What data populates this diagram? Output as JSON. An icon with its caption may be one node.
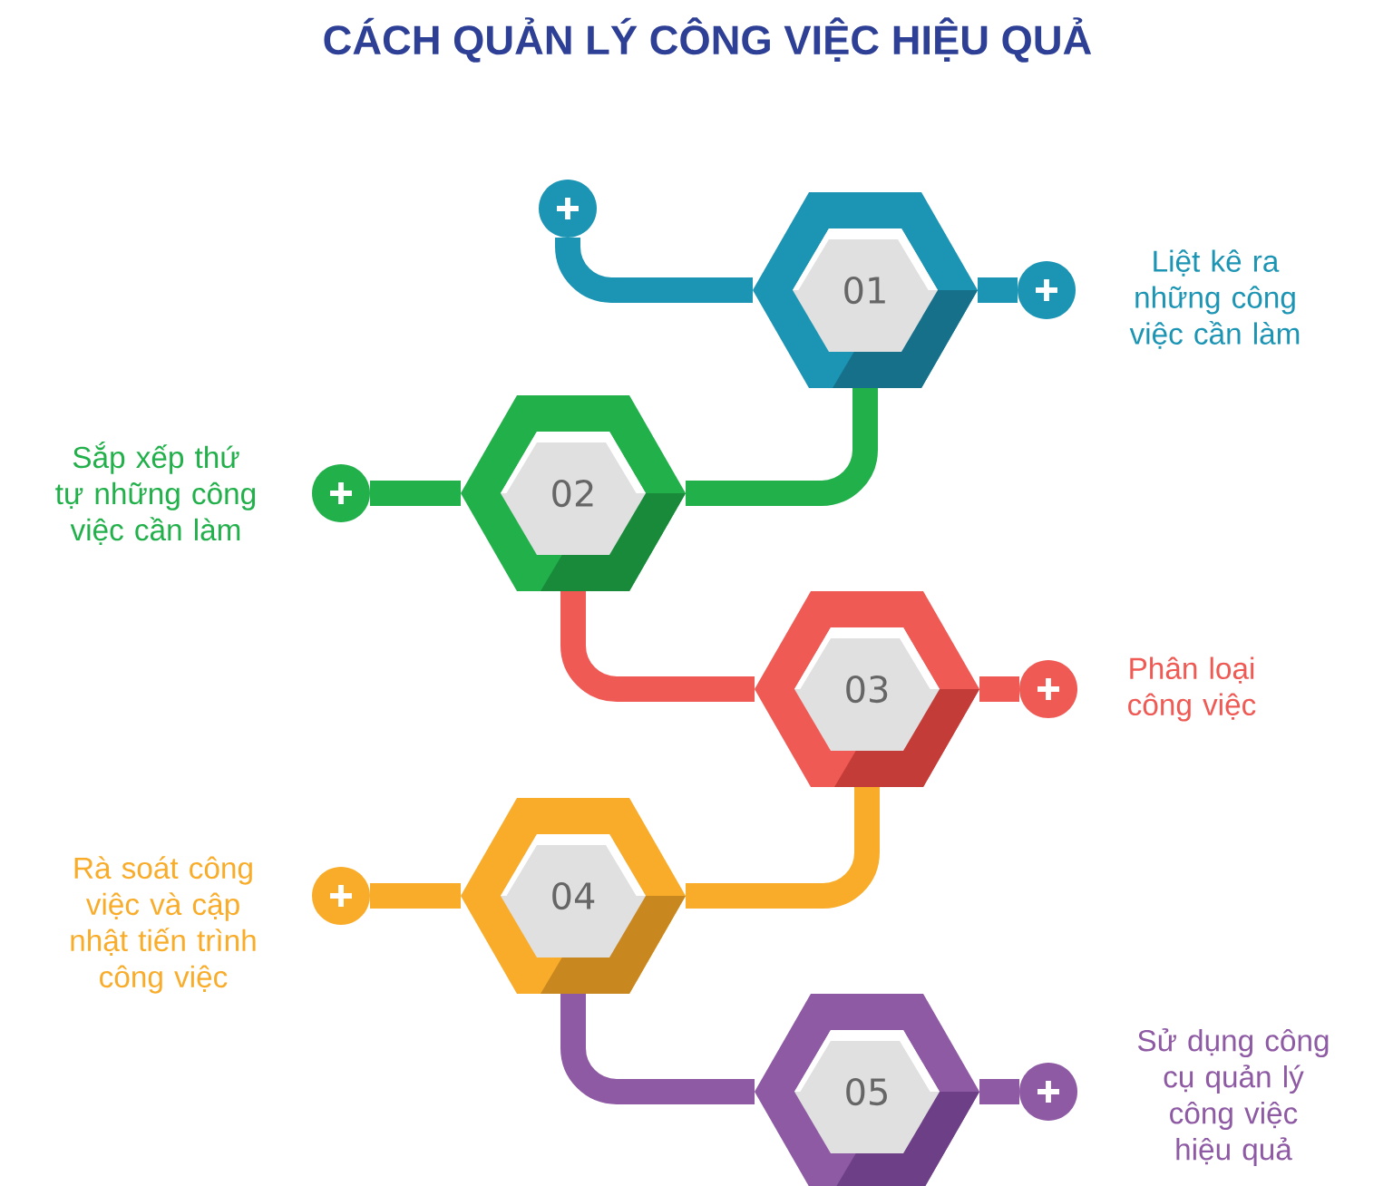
{
  "diagram": {
    "title": "CÁCH QUẢN LÝ CÔNG VIỆC HIỆU QUẢ",
    "nodes": [
      {
        "text": [],
        "shape": "circle"
      },
      {
        "text": [
          "01"
        ]
      },
      {
        "text": [],
        "shape": "circle",
        "beside": [
          "Liệt kê ra những công việc cần làm"
        ]
      },
      {
        "text": [
          "02"
        ]
      },
      {
        "text": [],
        "shape": "circle",
        "beside": [
          "Sắp xếp thứ tự những công việc cần làm"
        ]
      },
      {
        "text": [
          "03"
        ]
      },
      {
        "text": [],
        "shape": "circle",
        "beside": [
          "Phân loại công việc"
        ]
      },
      {
        "text": [
          "04"
        ]
      },
      {
        "text": [],
        "shape": "circle",
        "beside": [
          "Rà soát công việc và cập nhật tiến trình công việc"
        ]
      },
      {
        "text": [
          "05"
        ]
      },
      {
        "text": [],
        "shape": "circle",
        "beside": [
          "Sử dụng công cụ quản lý công việc hiệu quả"
        ]
      }
    ],
    "edges": [
      {
        "from": 0,
        "to": 1,
        "arrow": "none",
        "color": "#1c94b4"
      },
      {
        "from": 1,
        "to": 2,
        "arrow": "none",
        "color": "#1c94b4"
      },
      {
        "from": 1,
        "to": 3,
        "arrow": "none",
        "color": "#22b04b"
      },
      {
        "from": 3,
        "to": 4,
        "arrow": "none",
        "color": "#22b04b"
      },
      {
        "from": 3,
        "to": 5,
        "arrow": "none",
        "color": "#ef5a55"
      },
      {
        "from": 5,
        "to": 6,
        "arrow": "none",
        "color": "#ef5a55"
      },
      {
        "from": 5,
        "to": 7,
        "arrow": "none",
        "color": "#f9ac2a"
      },
      {
        "from": 7,
        "to": 8,
        "arrow": "none",
        "color": "#f9ac2a"
      },
      {
        "from": 7,
        "to": 9,
        "arrow": "none",
        "color": "#8e5aa4"
      },
      {
        "from": 9,
        "to": 10,
        "arrow": "none",
        "color": "#8e5aa4"
      }
    ]
  }
}
